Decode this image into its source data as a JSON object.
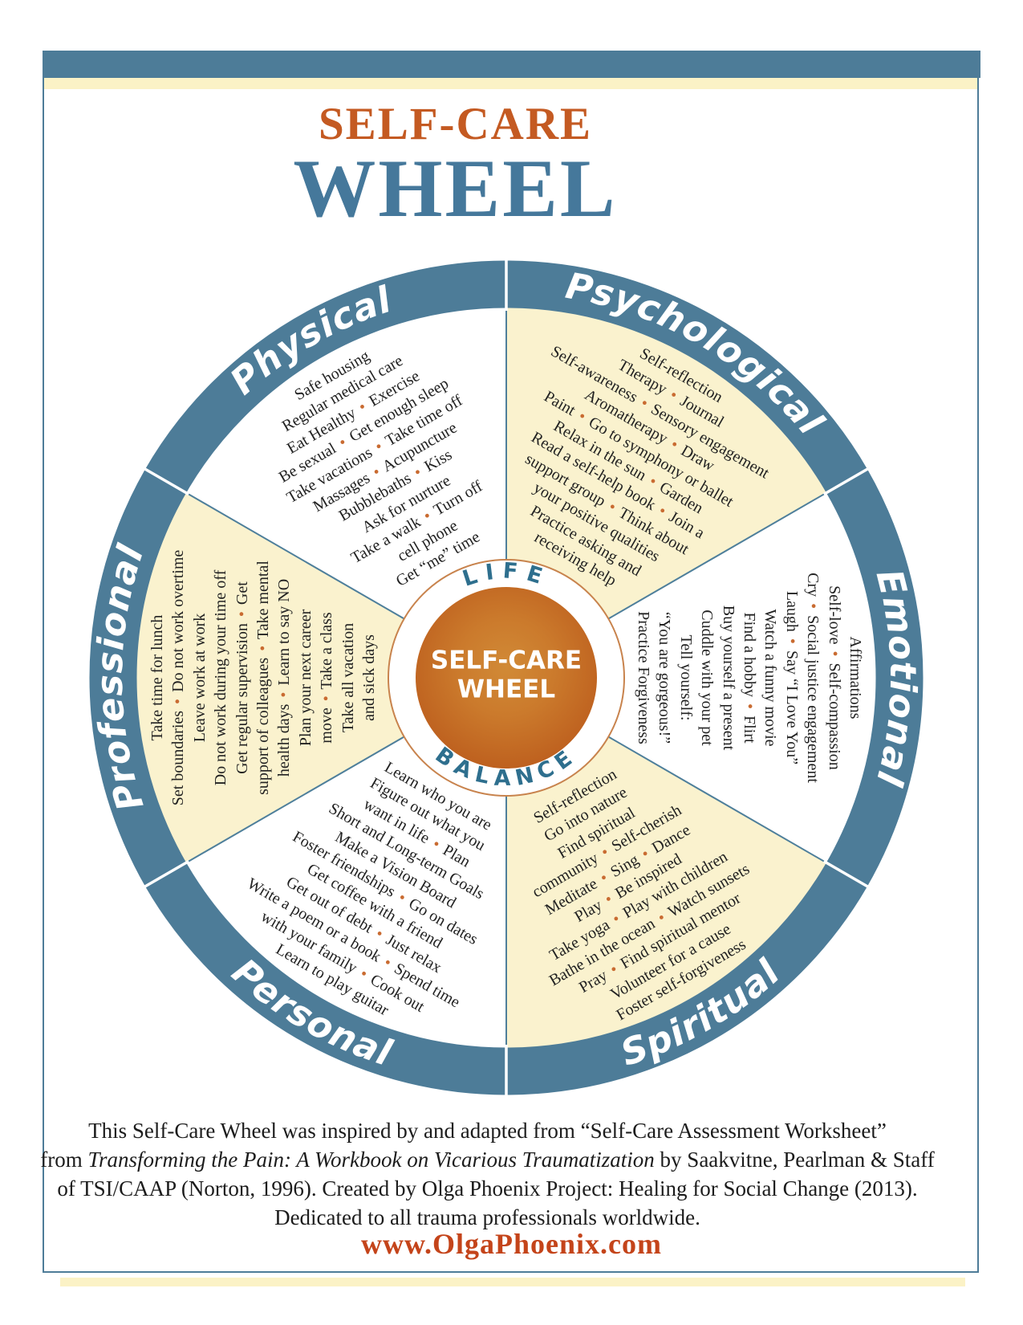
{
  "header": {
    "title_line1": "SELF-CARE",
    "title_line2": "WHEEL"
  },
  "hub": {
    "line1": "SELF-CARE",
    "line2": "WHEEL",
    "ring_top": "LIFE",
    "ring_bottom": "BALANCE"
  },
  "segments": [
    {
      "name": "Physical",
      "lines": [
        "Safe housing",
        "Regular medical care",
        "Eat Healthy • Exercise",
        "Be sexual • Get enough sleep",
        "Take vacations • Take time off",
        "Massages • Acupuncture",
        "Bubblebaths • Kiss",
        "Ask for nurture",
        "Take a walk • Turn off",
        "cell phone",
        "Get “me” time"
      ]
    },
    {
      "name": "Psychological",
      "lines": [
        "Self-reflection",
        "Therapy • Journal",
        "Self-awareness • Sensory engagement",
        "Aromatherapy • Draw",
        "Paint • Go to symphony or ballet",
        "Relax in the sun • Garden",
        "Read a self-help book • Join a",
        "support group • Think about",
        "your positive qualities",
        "Practice asking and",
        "receiving help"
      ]
    },
    {
      "name": "Emotional",
      "lines": [
        "Affirmations",
        "Self-love • Self-compassion",
        "Cry • Social justice engagement",
        "Laugh • Say “I Love You”",
        "Watch a funny movie",
        "Find a hobby • Flirt",
        "Buy yourself a present",
        "Cuddle with your pet",
        "Tell yourself:",
        "“You are gorgeous!”",
        "Practice Forgiveness"
      ]
    },
    {
      "name": "Spiritual",
      "lines": [
        "Self-reflection",
        "Go into nature",
        "Find spiritual",
        "community • Self-cherish",
        "Meditate • Sing • Dance",
        "Play • Be inspired",
        "Take yoga • Play with children",
        "Bathe in the ocean • Watch sunsets",
        "Pray • Find spiritual mentor",
        "Volunteer for a cause",
        "Foster self-forgiveness"
      ]
    },
    {
      "name": "Personal",
      "lines": [
        "Learn who you are",
        "Figure out what you",
        "want in life • Plan",
        "Short and Long-term Goals",
        "Make a Vision Board",
        "Foster friendships • Go on dates",
        "Get coffee with a friend",
        "Get out of debt • Just relax",
        "Write a poem or a book • Spend time",
        "with your family • Cook out",
        "Learn to play guitar"
      ]
    },
    {
      "name": "Professional",
      "lines": [
        "Take time for lunch",
        "Set boundaries • Do not work overtime",
        "Leave work at work",
        "Do not work during your time off",
        "Get regular supervision • Get",
        "support of colleagues • Take mental",
        "health days • Learn to say NO",
        "Plan your next career",
        "move • Take a class",
        "Take all vacation",
        "and sick days"
      ]
    }
  ],
  "footer": {
    "line1": "This Self-Care Wheel was inspired by and adapted from “Self-Care Assessment Worksheet”",
    "line2_prefix": "from ",
    "line2_italic": "Transforming the Pain: A Workbook on Vicarious Traumatization",
    "line2_suffix": " by Saakvitne, Pearlman & Staff",
    "line3": "of TSI/CAAP (Norton, 1996). Created by Olga Phoenix Project: Healing for Social Change (2013).",
    "line4": "Dedicated to all trauma professionals worldwide.",
    "url": "www.OlgaPhoenix.com"
  },
  "colors": {
    "rim": "#4d7c98",
    "chord": "#4e7f9b",
    "cream": "#faf2ce",
    "white": "#ffffff",
    "hub_orange_dark": "#bc5d1d",
    "hub_orange_light": "#d18a36",
    "hub_ring_border": "#c8834d",
    "ring_text": "#2e6f8e",
    "title_orange": "#c45a22",
    "title_blue": "#45789b",
    "bullet": "#c96b31",
    "url_orange": "#c4441a"
  }
}
